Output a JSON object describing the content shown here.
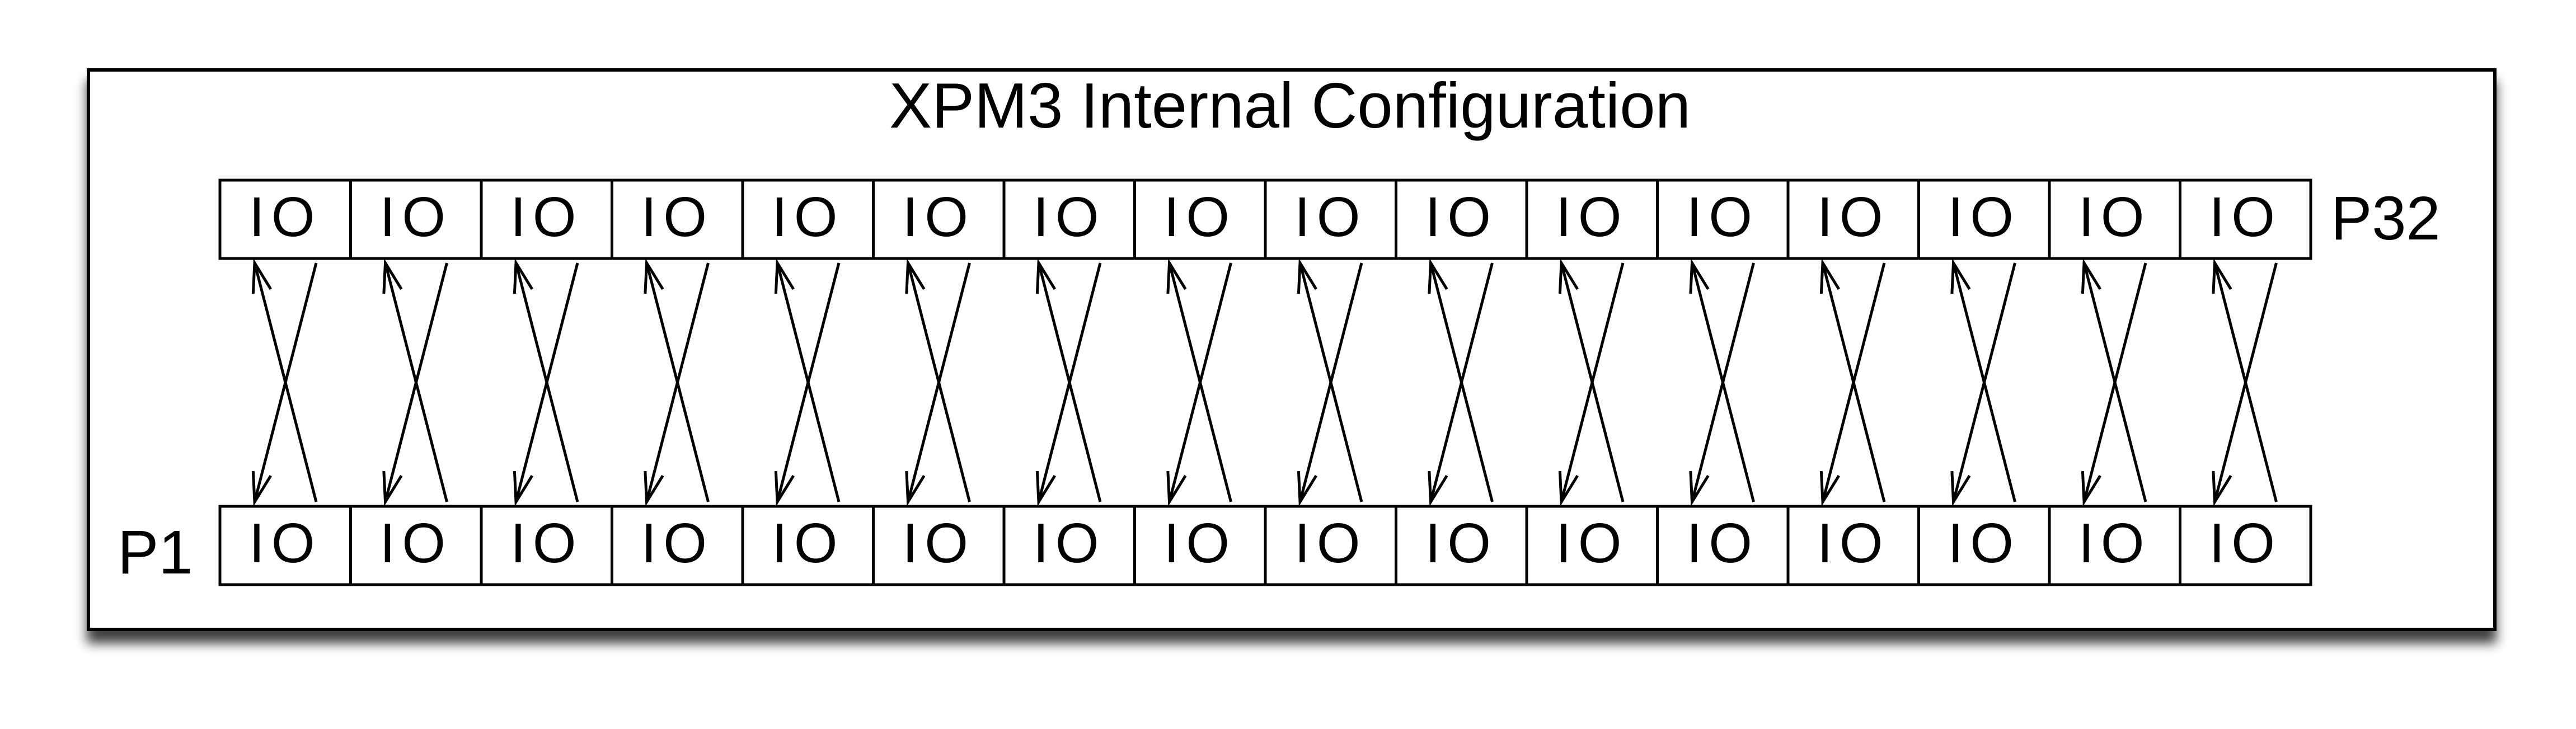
{
  "title": "XPM3 Internal Configuration",
  "top_label": "P32",
  "bottom_label": "P1",
  "top_row": [
    "IO",
    "IO",
    "IO",
    "IO",
    "IO",
    "IO",
    "IO",
    "IO",
    "IO",
    "IO",
    "IO",
    "IO",
    "IO",
    "IO",
    "IO",
    "IO"
  ],
  "bottom_row": [
    "IO",
    "IO",
    "IO",
    "IO",
    "IO",
    "IO",
    "IO",
    "IO",
    "IO",
    "IO",
    "IO",
    "IO",
    "IO",
    "IO",
    "IO",
    "IO"
  ],
  "colors": {
    "stroke": "#000000",
    "background": "#ffffff",
    "shadow": "#555555"
  }
}
